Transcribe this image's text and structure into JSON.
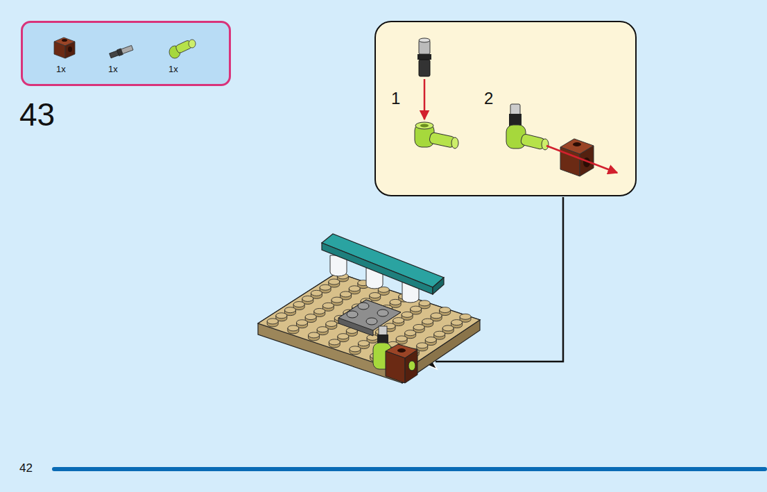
{
  "diagram": {
    "nodes": [
      {
        "text": [
          "1x",
          "1x",
          "1x"
        ]
      },
      {
        "text": [
          "1",
          "2"
        ]
      }
    ],
    "labels": [
      "43",
      "42"
    ]
  }
}
